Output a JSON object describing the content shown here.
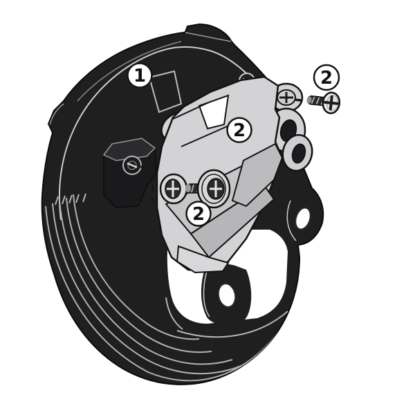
{
  "figure": {
    "background": "#ffffff",
    "callouts": [
      {
        "label": "1"
      },
      {
        "label": "2"
      },
      {
        "label": "2"
      },
      {
        "label": "2"
      }
    ],
    "parts": [
      {
        "ref": "1",
        "name": "wheel-guard-disc-cover"
      },
      {
        "ref": "2",
        "name": "mounting-bracket-with-screws"
      }
    ],
    "colors": {
      "guard_fill": "#1f1f20",
      "guard_detail_line": "#b9b9b9",
      "bracket_fill": "#d3d3d5",
      "bracket_shade": "#bcbcbe",
      "bracket_shade_dark": "#b0b0b2",
      "bracket_highlight": "#dcdcde",
      "outline": "#121212",
      "screw_dark": "#2a2a2c",
      "screw_head_light": "#e5e5e7",
      "callout_fill": "#ffffff",
      "callout_stroke": "#141414",
      "callout_text": "#111111"
    }
  }
}
